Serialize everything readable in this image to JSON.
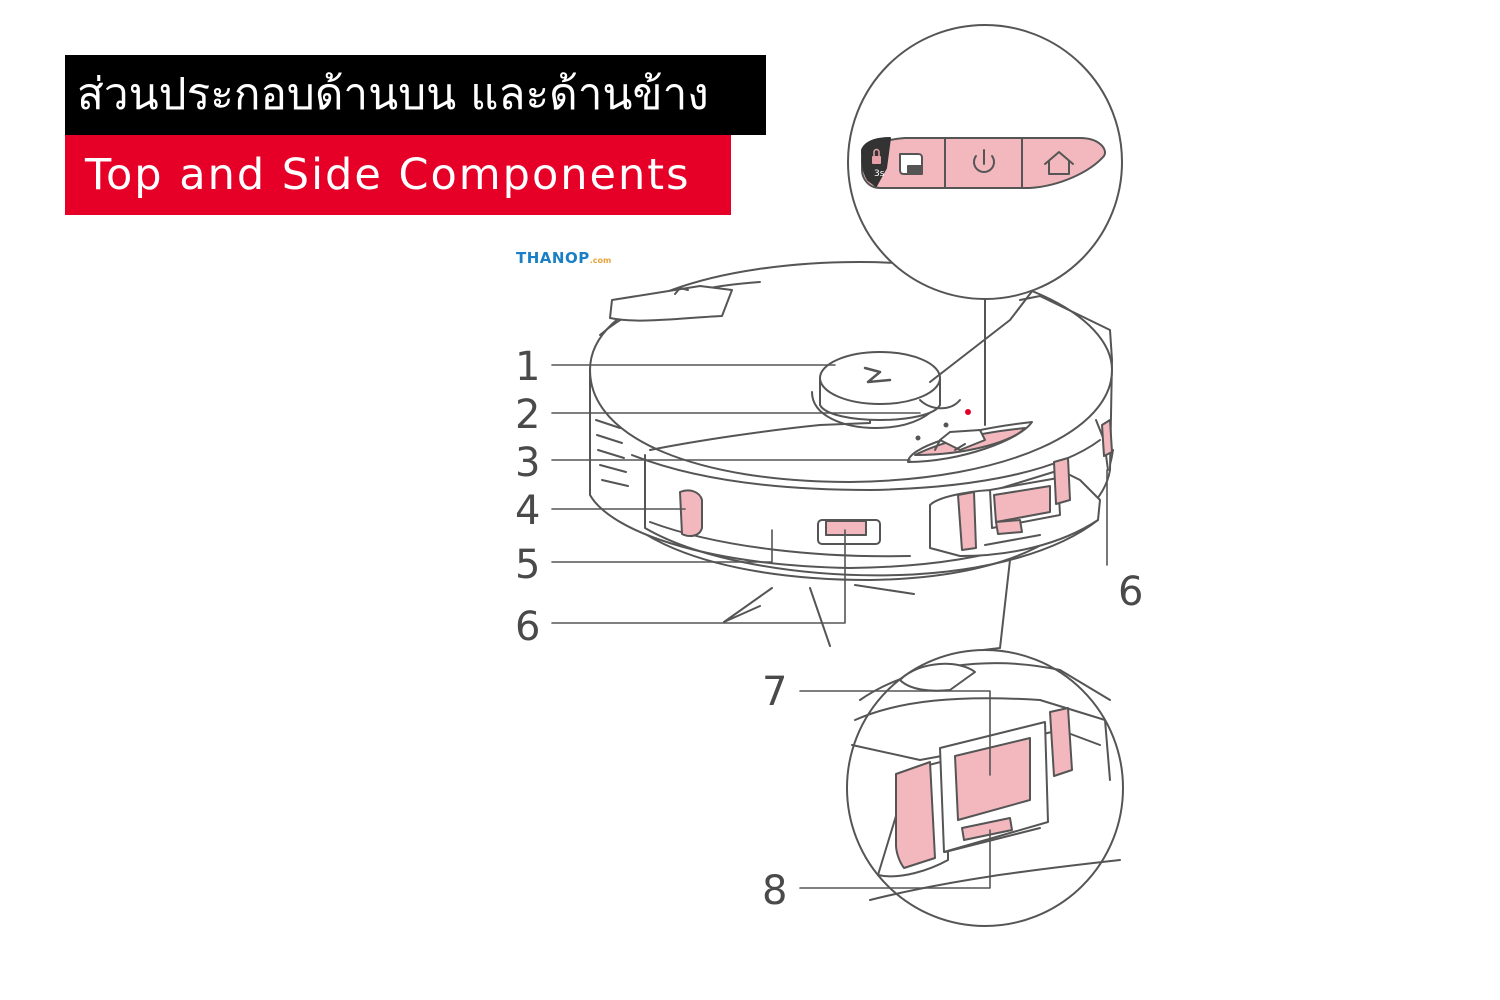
{
  "title": {
    "thai": "ส่วนประกอบด้านบน และด้านข้าง",
    "english": "Top and Side Components"
  },
  "logo": {
    "main": "THANOP",
    "suffix": ".com"
  },
  "callouts": [
    "1",
    "2",
    "3",
    "4",
    "5",
    "6",
    "6",
    "7",
    "8"
  ],
  "control_panel": {
    "buttons": [
      "lock-spot-icon",
      "power-icon",
      "home-icon"
    ],
    "lock_label": "3s"
  },
  "colors": {
    "title_black": "#000000",
    "title_red": "#e60028",
    "part_pink": "#f2b8bd",
    "outline": "#555555"
  }
}
